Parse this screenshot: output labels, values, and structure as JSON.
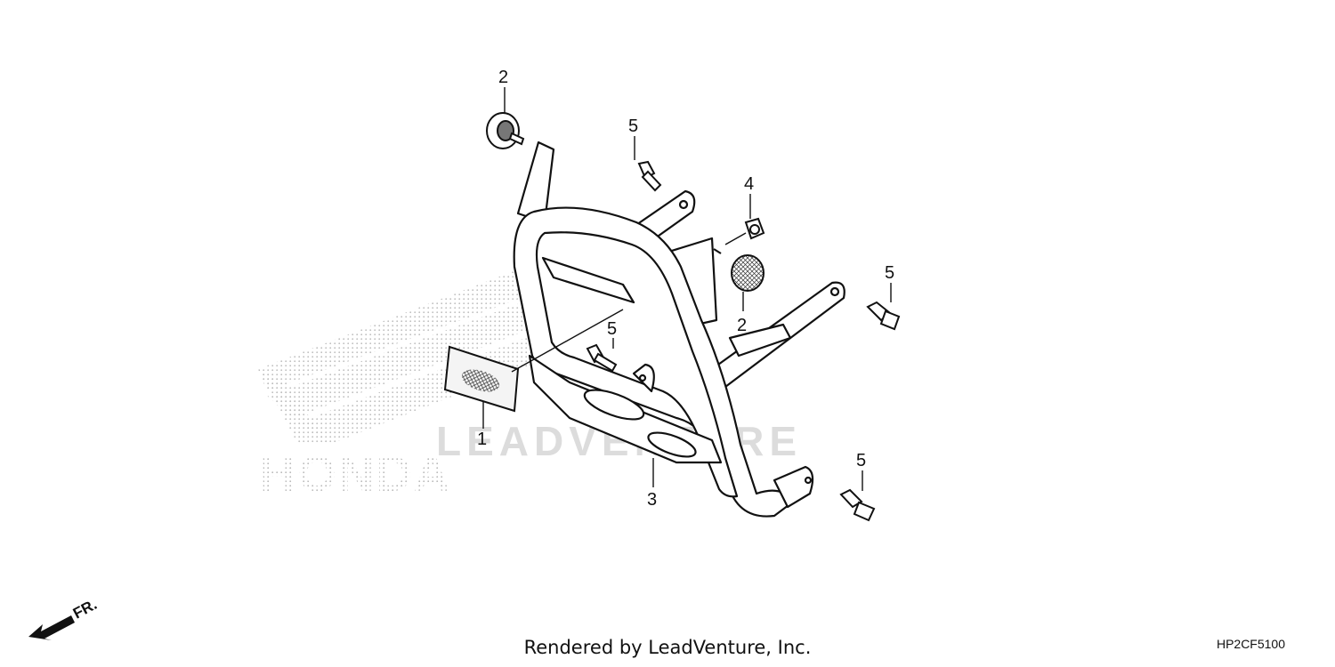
{
  "diagram": {
    "callouts": {
      "c1": "1",
      "c2a": "2",
      "c2b": "2",
      "c3": "3",
      "c4": "4",
      "c5a": "5",
      "c5b": "5",
      "c5c": "5",
      "c5d": "5"
    },
    "watermark": {
      "brand": "HONDA",
      "renderer": "LEADVENTURE"
    },
    "front_indicator": "FR.",
    "credit": "Rendered by LeadVenture, Inc.",
    "diagram_code": "HP2CF5100"
  }
}
